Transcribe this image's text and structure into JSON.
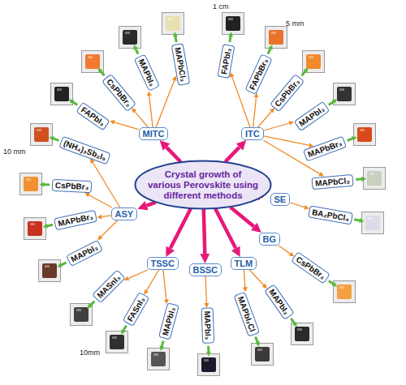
{
  "diagram": {
    "nodes": [
      {
        "text": [
          "Crystal growth of various Perovskite using different methods"
        ]
      },
      {
        "text": [
          "MITC"
        ]
      },
      {
        "text": [
          "ITC"
        ]
      },
      {
        "text": [
          "SE"
        ]
      },
      {
        "text": [
          "BG"
        ]
      },
      {
        "text": [
          "TLM"
        ]
      },
      {
        "text": [
          "BSSC"
        ]
      },
      {
        "text": [
          "TSSC"
        ]
      },
      {
        "text": [
          "ASY"
        ]
      },
      {
        "text": [
          "FAPbI₃"
        ]
      },
      {
        "text": [
          "CsPbBr₃"
        ]
      },
      {
        "text": [
          "MAPbI₃"
        ]
      },
      {
        "text": [
          "MAPbCl₃"
        ]
      },
      {
        "text": [
          "FAPbI₃"
        ]
      },
      {
        "text": [
          "FAPbBr₃"
        ]
      },
      {
        "text": [
          "CsPbBr₃"
        ]
      },
      {
        "text": [
          "MAPbI₃"
        ]
      },
      {
        "text": [
          "MAPbBr₃"
        ]
      },
      {
        "text": [
          "MAPbCl₃"
        ]
      },
      {
        "text": [
          "BA₂PbCl₄"
        ]
      },
      {
        "text": [
          "CsPbBr₃"
        ]
      },
      {
        "text": [
          "MAPbI₃"
        ]
      },
      {
        "text": [
          "MAPbI₂Cl"
        ]
      },
      {
        "text": [
          "MAPbI₃"
        ]
      },
      {
        "text": [
          "MAPbI₃"
        ]
      },
      {
        "text": [
          "FASnI₃"
        ]
      },
      {
        "text": [
          "MASnI₃"
        ]
      },
      {
        "text": [
          "MAPbI₃"
        ]
      },
      {
        "text": [
          "MAPbBr₃"
        ]
      },
      {
        "text": [
          "CsPbBr₃"
        ]
      },
      {
        "text": [
          "(NH₄)₃Sb₂I₉"
        ]
      }
    ],
    "edges": [
      {
        "from": 0,
        "to": 1,
        "arrow": "to"
      },
      {
        "from": 0,
        "to": 2,
        "arrow": "to"
      },
      {
        "from": 0,
        "to": 3,
        "arrow": "to"
      },
      {
        "from": 0,
        "to": 4,
        "arrow": "to"
      },
      {
        "from": 0,
        "to": 5,
        "arrow": "to"
      },
      {
        "from": 0,
        "to": 6,
        "arrow": "to"
      },
      {
        "from": 0,
        "to": 7,
        "arrow": "to"
      },
      {
        "from": 0,
        "to": 8,
        "arrow": "to"
      },
      {
        "from": 1,
        "to": 9,
        "arrow": "to"
      },
      {
        "from": 1,
        "to": 10,
        "arrow": "to"
      },
      {
        "from": 1,
        "to": 11,
        "arrow": "to"
      },
      {
        "from": 1,
        "to": 12,
        "arrow": "to"
      },
      {
        "from": 2,
        "to": 13,
        "arrow": "to"
      },
      {
        "from": 2,
        "to": 14,
        "arrow": "to"
      },
      {
        "from": 2,
        "to": 15,
        "arrow": "to"
      },
      {
        "from": 2,
        "to": 16,
        "arrow": "to"
      },
      {
        "from": 2,
        "to": 17,
        "arrow": "to"
      },
      {
        "from": 2,
        "to": 18,
        "arrow": "to"
      },
      {
        "from": 3,
        "to": 19,
        "arrow": "to"
      },
      {
        "from": 4,
        "to": 20,
        "arrow": "to"
      },
      {
        "from": 5,
        "to": 21,
        "arrow": "to"
      },
      {
        "from": 5,
        "to": 22,
        "arrow": "to"
      },
      {
        "from": 6,
        "to": 23,
        "arrow": "to"
      },
      {
        "from": 7,
        "to": 24,
        "arrow": "to"
      },
      {
        "from": 7,
        "to": 25,
        "arrow": "to"
      },
      {
        "from": 7,
        "to": 26,
        "arrow": "to"
      },
      {
        "from": 8,
        "to": 27,
        "arrow": "to"
      },
      {
        "from": 8,
        "to": 28,
        "arrow": "to"
      },
      {
        "from": 8,
        "to": 29,
        "arrow": "to"
      },
      {
        "from": 8,
        "to": 30,
        "arrow": "to"
      }
    ],
    "labels": [
      "10 mm",
      "1 cm",
      "5 mm",
      "10mm"
    ]
  }
}
